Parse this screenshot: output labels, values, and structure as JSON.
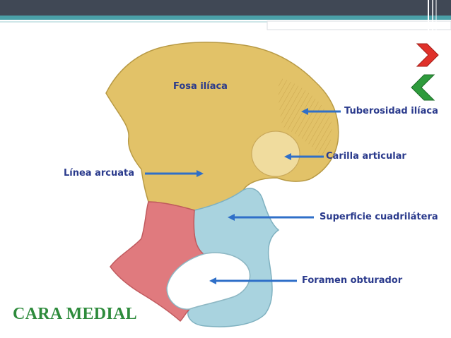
{
  "slide": {
    "title": "CARA MEDIAL",
    "title_color": "#2e8b3c",
    "label_color": "#2a3a8c",
    "arrow_color": "#2f6fc8"
  },
  "labels": {
    "fosa_iliaca": "Fosa ilíaca",
    "tuberosidad_iliaca": "Tuberosidad ilíaca",
    "carilla_articular": "Carilla articular",
    "linea_arcuata": "Línea arcuata",
    "superficie_cuadrilatera": "Superficie cuadrilátera",
    "foramen_obturador": "Foramen obturador"
  },
  "regions": {
    "ilium_color": "#e2c268",
    "pubis_color": "#e07a7e",
    "ischium_color": "#a9d3df"
  },
  "navigation": {
    "next_icon": "chevron-right-icon",
    "prev_icon": "chevron-left-icon",
    "next_color": "#e0312a",
    "prev_color": "#2e9b3c"
  }
}
